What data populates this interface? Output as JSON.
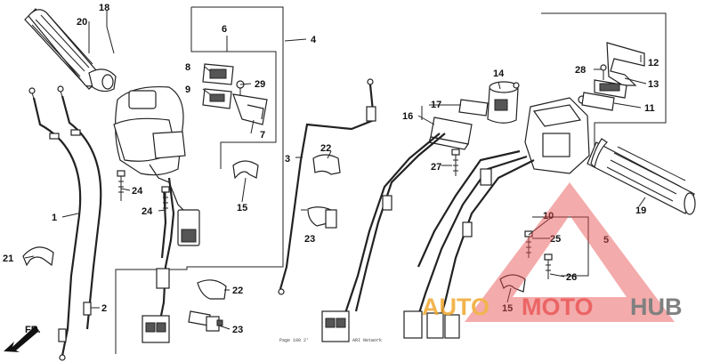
{
  "callouts": [
    "18",
    "20",
    "6",
    "4",
    "8",
    "29",
    "9",
    "7",
    "22",
    "3",
    "24",
    "15",
    "24",
    "1",
    "23",
    "21",
    "22",
    "2",
    "23",
    "14",
    "17",
    "16",
    "27",
    "12",
    "28",
    "13",
    "11",
    "19",
    "10",
    "25",
    "5",
    "26",
    "15"
  ],
  "front_label": "FR.",
  "fine_print": [
    "Page 100 2'",
    "ARI Network"
  ],
  "watermark": {
    "part1": "AUTO",
    "part2": "MOTO",
    "part3": "HUB"
  },
  "colors": {
    "watermark_orange": "#f0a830",
    "watermark_red": "#e84a4a",
    "watermark_gray": "#6b6b6b",
    "line": "#222222"
  }
}
